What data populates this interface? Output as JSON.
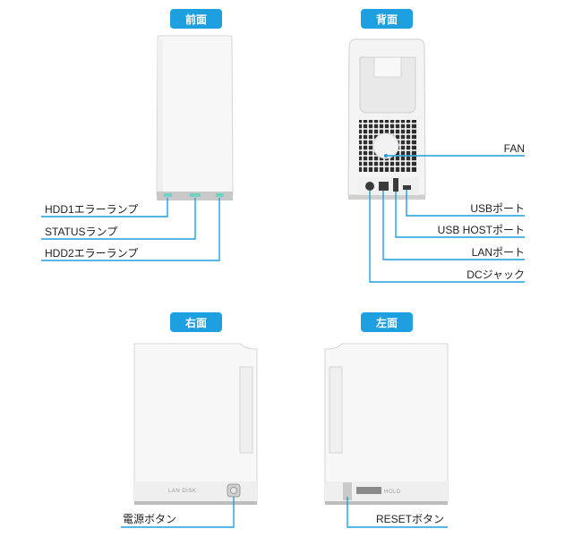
{
  "colors": {
    "accent": "#1d9fe0",
    "leader": "#1d9fe0",
    "device_body": "#f7f7f7",
    "device_edge": "#d4d4d4",
    "port_panel": "#3a3a3a",
    "text": "#222222"
  },
  "views": {
    "front": {
      "title": "前面",
      "callouts": [
        "HDD1エラーランプ",
        "STATUSランプ",
        "HDD2エラーランプ"
      ]
    },
    "back": {
      "title": "背面",
      "callouts": [
        "FAN",
        "USBポート",
        "USB HOSTポート",
        "LANポート",
        "DCジャック"
      ]
    },
    "right": {
      "title": "右面",
      "side_print": "LAN DISK",
      "callouts": [
        "電源ボタン"
      ]
    },
    "left": {
      "title": "左面",
      "side_print": "HOLD",
      "callouts": [
        "RESETボタン"
      ]
    }
  }
}
